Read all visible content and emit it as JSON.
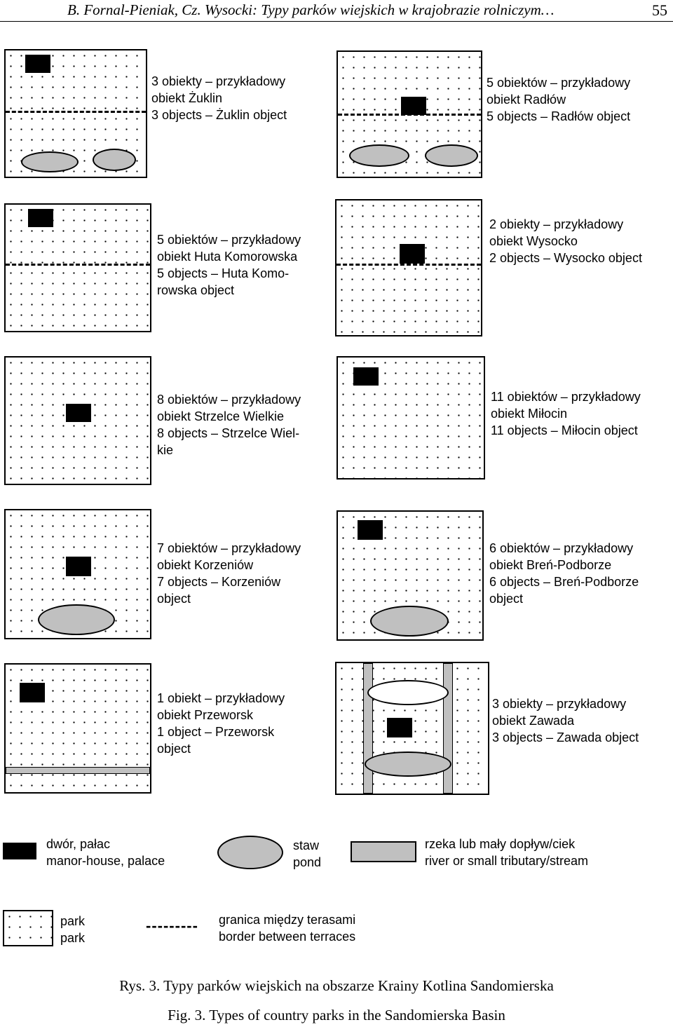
{
  "header": {
    "running_title": "B. Fornal-Pieniak, Cz. Wysocki: Typy parków wiejskich w krajobrazie rolniczym…",
    "page_number": "55"
  },
  "panels": [
    {
      "lines": [
        "3 obiekty – przykładowy",
        "obiekt Żuklin",
        "3 objects – Żuklin object"
      ]
    },
    {
      "lines": [
        "5 obiektów – przykładowy",
        "obiekt Radłów",
        "5 objects – Radłów object"
      ]
    },
    {
      "lines": [
        "5 obiektów – przykładowy",
        "obiekt Huta Komorowska",
        "5 objects – Huta Komo-",
        "rowska object"
      ]
    },
    {
      "lines": [
        "2 obiekty – przykładowy",
        "obiekt Wysocko",
        "2 objects – Wysocko object"
      ]
    },
    {
      "lines": [
        "8 obiektów – przykładowy",
        "obiekt Strzelce Wielkie",
        "8 objects – Strzelce Wiel-",
        "kie"
      ]
    },
    {
      "lines": [
        "11 obiektów – przykładowy",
        "obiekt Miłocin",
        "11 objects – Miłocin object"
      ]
    },
    {
      "lines": [
        "7 obiektów – przykładowy",
        "obiekt Korzeniów",
        "7 objects – Korzeniów",
        "object"
      ]
    },
    {
      "lines": [
        "6 obiektów – przykładowy",
        "obiekt Breń-Podborze",
        "6 objects – Breń-Podborze",
        "object"
      ]
    },
    {
      "lines": [
        "1 obiekt – przykładowy",
        "obiekt Przeworsk",
        "1 object – Przeworsk",
        "object"
      ]
    },
    {
      "lines": [
        "3 obiekty – przykładowy",
        "obiekt Zawada",
        "3 objects – Zawada object"
      ]
    }
  ],
  "legend": {
    "manor": [
      "dwór, pałac",
      "manor-house, palace"
    ],
    "pond": [
      "staw",
      "pond"
    ],
    "river": [
      "rzeka lub mały dopływ/ciek",
      "river or small tributary/stream"
    ],
    "park": [
      "park",
      "park"
    ],
    "border_symbol": "---------",
    "border": [
      "granica między terasami",
      "border between terraces"
    ]
  },
  "caption": {
    "pl": "Rys. 3. Typy parków wiejskich na obszarze Krainy Kotlina Sandomierska",
    "en": "Fig. 3. Types of country parks in the Sandomierska Basin"
  },
  "colors": {
    "manor": "#000000",
    "pond_fill": "#c0c0c0",
    "river_fill": "#c0c0c0",
    "park_dots": "#000000"
  }
}
